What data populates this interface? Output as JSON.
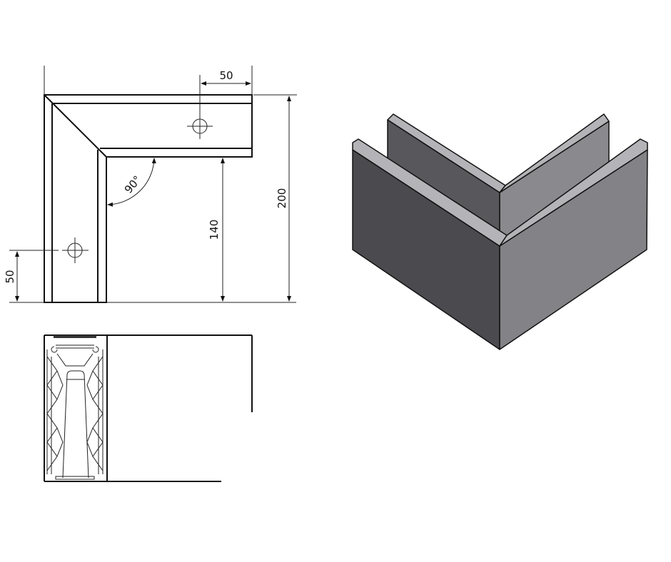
{
  "drawing": {
    "dimensions": {
      "top_hole_offset": "50",
      "left_hole_offset": "50",
      "inner_length": "140",
      "outer_length": "200",
      "angle": "90°"
    }
  },
  "render_colors": {
    "front_left_face": "#4b4b4f",
    "front_right_face": "#838387",
    "back_left_face": "#58585c",
    "back_right_face": "#8a8a8e",
    "bevel": "#b4b4b8"
  }
}
